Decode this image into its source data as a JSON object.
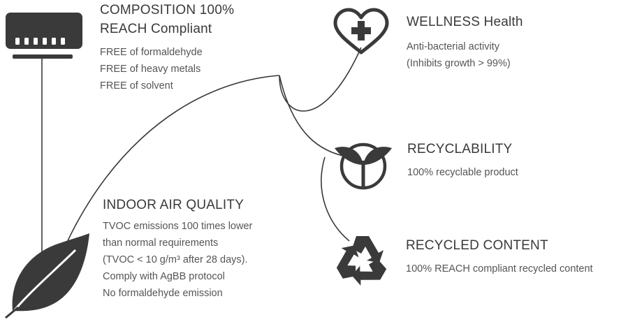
{
  "colors": {
    "icon": "#3a3a3a",
    "line": "#3a3a3a",
    "title_text": "#3a3a3a",
    "body_text": "#555555",
    "background": "#ffffff"
  },
  "icons": {
    "composition": "lamp-icon",
    "wellness": "heart-plus-icon",
    "recyclability": "sprout-icon",
    "recycled": "recycle-icon",
    "indoor_air": "leaf-icon"
  },
  "composition": {
    "title_lines": [
      "COMPOSITION 100%",
      "REACH Compliant"
    ],
    "lines": [
      "FREE of formaldehyde",
      "FREE of heavy metals",
      "FREE of solvent"
    ]
  },
  "wellness": {
    "title_lines": [
      "WELLNESS Health"
    ],
    "lines": [
      "Anti-bacterial activity",
      "(Inhibits growth > 99%)"
    ]
  },
  "recyclability": {
    "title_lines": [
      "RECYCLABILITY"
    ],
    "lines": [
      "100% recyclable product"
    ]
  },
  "recycled_content": {
    "title_lines": [
      "RECYCLED CONTENT"
    ],
    "lines": [
      "100% REACH compliant recycled content"
    ]
  },
  "indoor_air": {
    "title_lines": [
      "INDOOR AIR QUALITY"
    ],
    "lines": [
      "TVOC emissions 100 times lower",
      "than normal requirements",
      "(TVOC < 10 g/m³ after 28 days).",
      "Comply with AgBB protocol",
      "No formaldehyde emission"
    ]
  }
}
